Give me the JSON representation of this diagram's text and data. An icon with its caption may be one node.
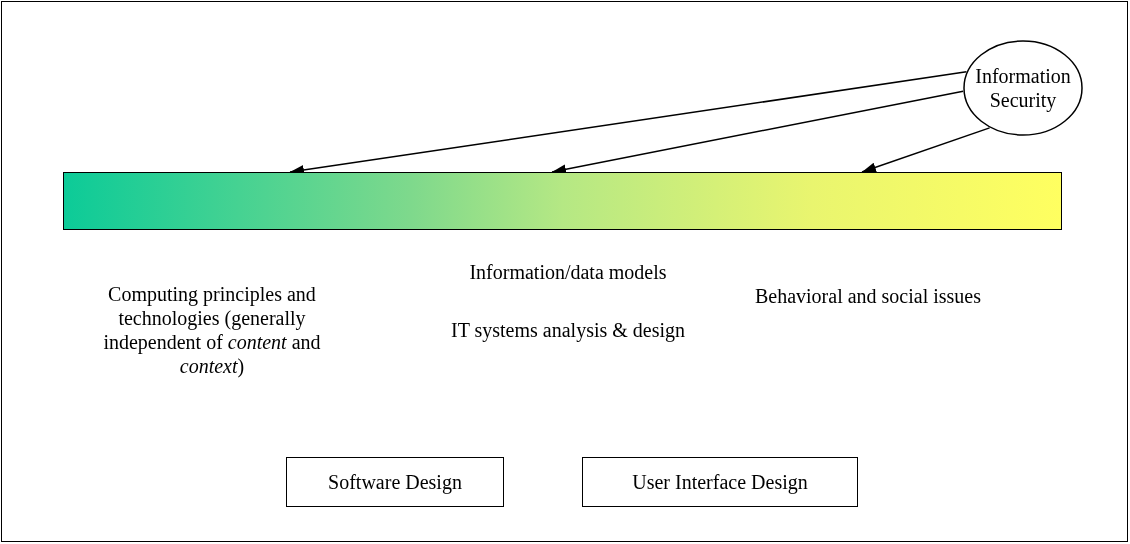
{
  "diagram": {
    "nodes": [
      {
        "text": [
          "Information Security"
        ]
      },
      {
        "text": [],
        "shape": "bar"
      },
      {
        "text": [
          "Software Design"
        ]
      },
      {
        "text": [
          "User Interface Design"
        ]
      }
    ],
    "edges": [
      {
        "from": 0,
        "to": 1,
        "arrow": "to"
      },
      {
        "from": 0,
        "to": 1,
        "arrow": "to"
      },
      {
        "from": 0,
        "to": 1,
        "arrow": "to"
      }
    ],
    "labels": [
      "Computing principles and technologies (generally independent of *content* and *context*)",
      "Information/data models",
      "IT systems analysis & design",
      "Behavioral and social issues"
    ]
  }
}
